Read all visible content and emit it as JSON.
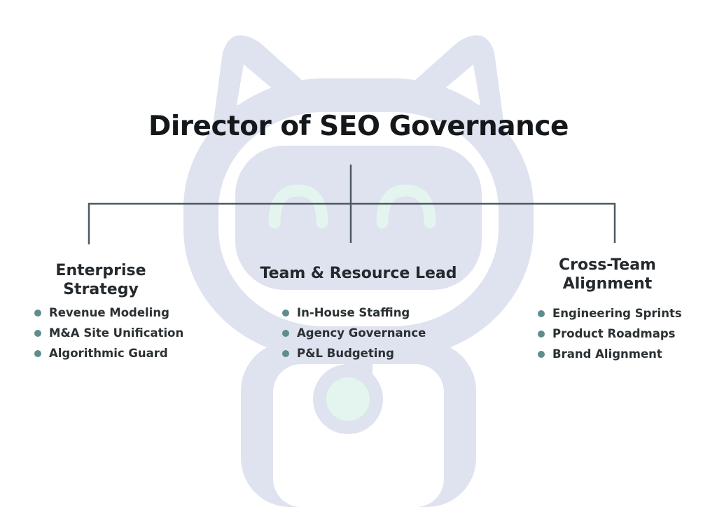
{
  "diagram": {
    "title": "Director of SEO Governance",
    "branches": [
      {
        "label": "Enterprise Strategy",
        "items": [
          "Revenue Modeling",
          "M&A Site Unification",
          "Algorithmic Guard"
        ]
      },
      {
        "label": "Team & Resource Lead",
        "items": [
          "In-House Staffing",
          "Agency Governance",
          "P&L Budgeting"
        ]
      },
      {
        "label": "Cross-Team Alignment",
        "items": [
          "Engineering Sprints",
          "Product Roadmaps",
          "Brand Alignment"
        ]
      }
    ]
  },
  "colors": {
    "connector": "#4d5a63",
    "bullet": "#5f8c8c",
    "watermark": "#dfe2ef",
    "watermark_accent": "#e3f5ee"
  },
  "icons": {
    "watermark": "cat-mascot-watermark"
  }
}
